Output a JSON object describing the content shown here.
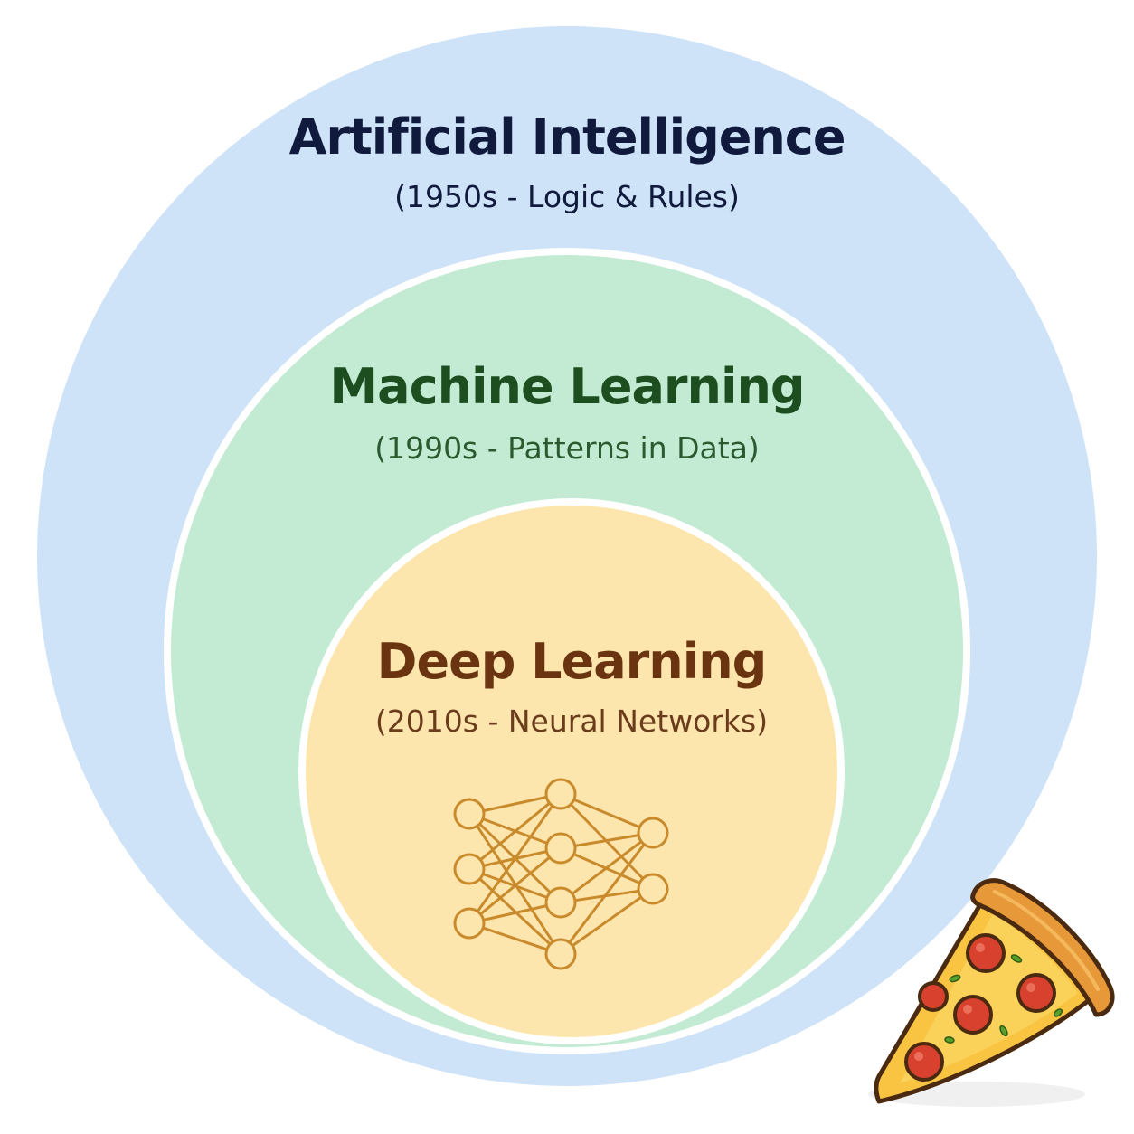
{
  "colors": {
    "ai_fill": "#cfe3f8",
    "ml_fill": "#c3ebd3",
    "dl_fill": "#fde6ae",
    "ring_stroke": "#ffffff",
    "ai_text": "#101a3c",
    "ml_title": "#1d4e1f",
    "ml_subtitle": "#2c5a2f",
    "dl_title": "#6b3410",
    "dl_subtitle": "#6b3c1c",
    "network_stroke": "#c98a2c"
  },
  "circles": {
    "ai": {
      "title": "Artificial Intelligence",
      "subtitle": "(1950s - Logic & Rules)"
    },
    "ml": {
      "title": "Machine Learning",
      "subtitle": "(1990s - Patterns in Data)"
    },
    "dl": {
      "title": "Deep Learning",
      "subtitle": "(2010s - Neural Networks)",
      "icon": "neural-network-icon"
    }
  },
  "decoration": {
    "icon": "pizza-slice-icon"
  }
}
